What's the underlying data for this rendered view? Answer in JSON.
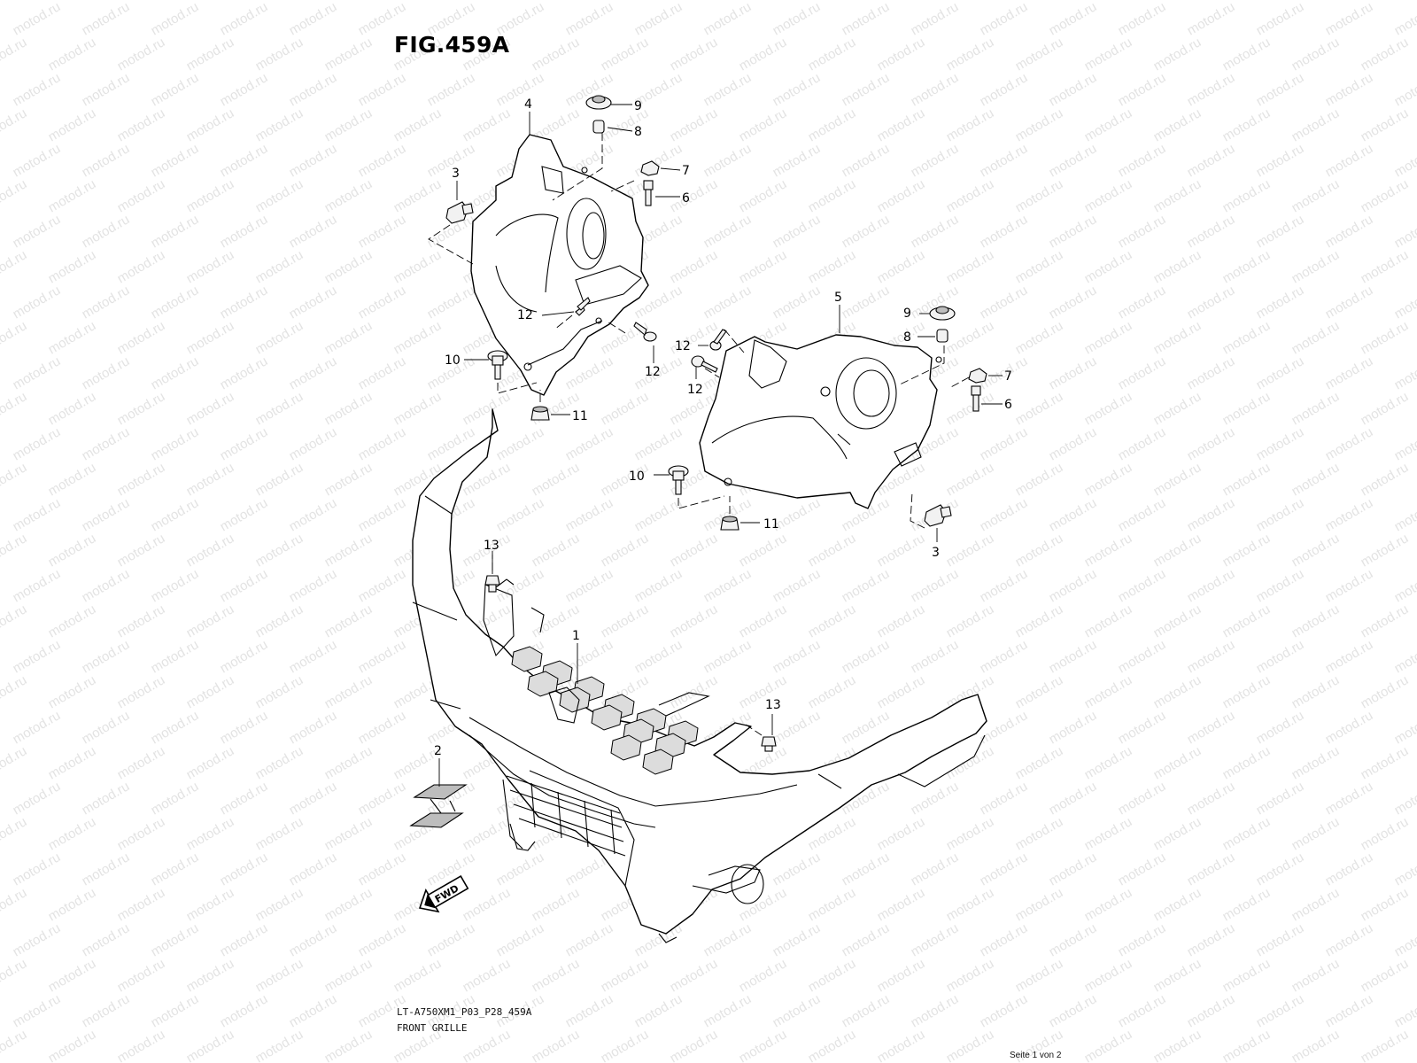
{
  "figure": {
    "title": "FIG.459A",
    "model_code": "LT-A750XM1_P03_P28_459A",
    "name": "FRONT GRILLE"
  },
  "footer": {
    "page": "Seite 1 von 2"
  },
  "watermark": {
    "text": "motod.ru"
  },
  "fwd_arrow": {
    "label": "FWD"
  },
  "callouts": {
    "grille": "1",
    "emblem": "2",
    "clip_left": "3",
    "clip_right": "3",
    "cover_left": "4",
    "cover_right": "5",
    "bolt_left": "6",
    "bolt_right": "6",
    "nut_left": "7",
    "nut_right": "7",
    "grommet_left": "8",
    "grommet_right": "8",
    "cushion_left": "9",
    "cushion_right": "9",
    "bolt10_left": "10",
    "bolt10_right": "10",
    "nut11_left": "11",
    "nut11_right": "11",
    "screw12_left_a": "12",
    "screw12_left_b": "12",
    "screw12_right_a": "12",
    "screw12_right_b": "12",
    "screw13_top": "13",
    "screw13_right": "13"
  }
}
